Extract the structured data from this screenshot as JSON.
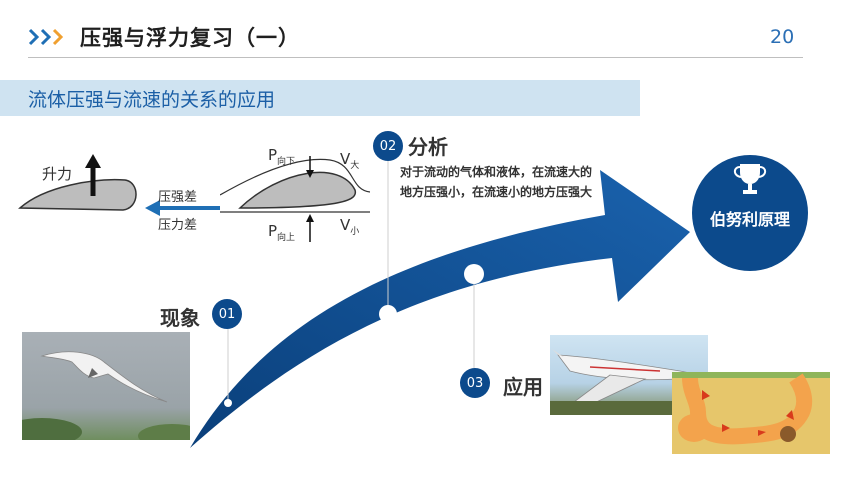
{
  "header": {
    "title": "压强与浮力复习（一）",
    "page_number": "20",
    "accent_color": "#1f6fb5"
  },
  "banner": {
    "text": "流体压强与流速的关系的应用"
  },
  "diagram": {
    "lift_label": "升力",
    "pressure_diff_label_1": "压强差",
    "pressure_diff_label_2": "压力差",
    "p_down": "P",
    "p_down_sub": "向下",
    "p_up": "P",
    "p_up_sub": "向上",
    "v_big": "V",
    "v_big_sub": "大",
    "v_small": "V",
    "v_small_sub": "小"
  },
  "steps": [
    {
      "number": "01",
      "title": "现象"
    },
    {
      "number": "02",
      "title": "分析",
      "body": "对于流动的气体和液体，在流速大的地方压强小，在流速小的地方压强大"
    },
    {
      "number": "03",
      "title": "应用"
    }
  ],
  "principle": {
    "label": "伯努利原理",
    "icon": "trophy-icon",
    "color": "#0c4a8c"
  }
}
